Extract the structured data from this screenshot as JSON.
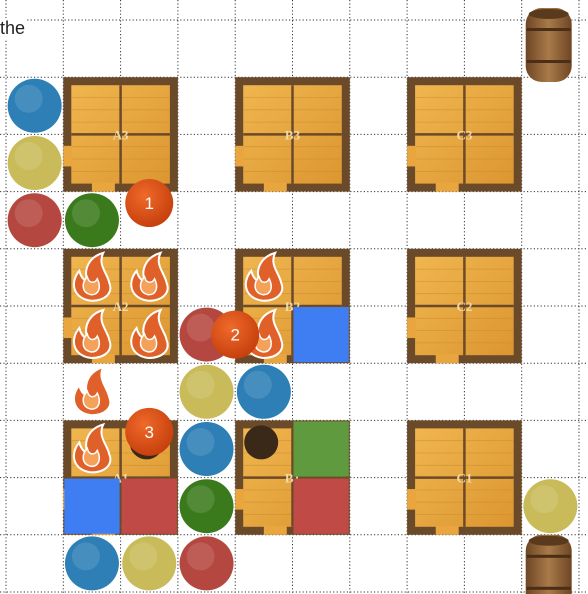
{
  "caption": "the",
  "rooms": [
    "A3",
    "B3",
    "C3",
    "A2",
    "B2",
    "C2",
    "A1",
    "B1",
    "C1"
  ],
  "markers": [
    "1",
    "2",
    "3"
  ],
  "colors": {
    "blue": "#2d7fb5",
    "yellow": "#c9bb5a",
    "red": "#b4473f",
    "green": "#3b7a1c",
    "square_blue": "#3f7ef2",
    "square_red": "#c04a45",
    "square_green": "#5f9a3e",
    "wood": "#e9a63f",
    "wall": "#6b4a2a",
    "marker": "#d84a12",
    "fire": "#e0602a",
    "barrel": "#8a6035"
  },
  "tokens": {
    "discs": [
      [
        "blue",
        0,
        1
      ],
      [
        "yellow",
        0,
        2
      ],
      [
        "red",
        0,
        3
      ],
      [
        "green",
        1,
        3
      ],
      [
        "red",
        3,
        5
      ],
      [
        "yellow",
        3,
        6
      ],
      [
        "blue",
        4,
        6
      ],
      [
        "blue",
        3,
        7
      ],
      [
        "green",
        3,
        8
      ],
      [
        "blue",
        1,
        9
      ],
      [
        "yellow",
        2,
        9
      ],
      [
        "red",
        3,
        9
      ],
      [
        "yellow",
        9,
        8
      ]
    ],
    "squares": [
      [
        "square_blue",
        5,
        5
      ],
      [
        "square_green",
        5,
        7
      ],
      [
        "square_blue",
        1,
        8
      ],
      [
        "square_red",
        2,
        8
      ],
      [
        "square_red",
        5,
        8
      ]
    ],
    "fires": [
      [
        1,
        4
      ],
      [
        2,
        4
      ],
      [
        4,
        4
      ],
      [
        1,
        5
      ],
      [
        2,
        5
      ],
      [
        4,
        5
      ],
      [
        1,
        6
      ],
      [
        1,
        7
      ]
    ],
    "barrels": [
      [
        9,
        0
      ],
      [
        9,
        9
      ]
    ]
  }
}
